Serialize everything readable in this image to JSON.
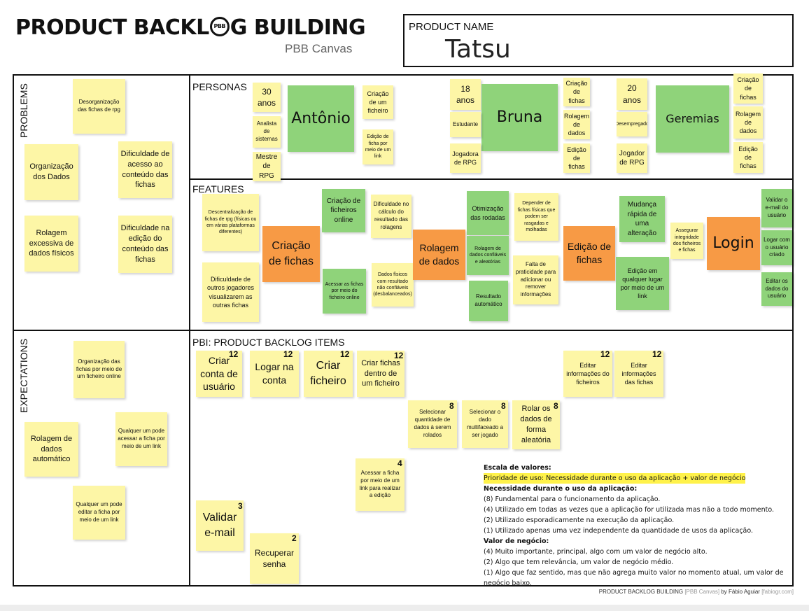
{
  "header": {
    "title_left": "PRODUCT BACKL",
    "title_badge": "PBB",
    "title_right": "G BUILDING",
    "subtitle": "PBB Canvas",
    "product_name_label": "PRODUCT NAME",
    "product_name": "Tatsu"
  },
  "sections": {
    "problems": "PROBLEMS",
    "personas": "PERSONAS",
    "features": "FEATURES",
    "expectations": "EXPECTATIONS",
    "pbi": "PBI: PRODUCT BACKLOG ITEMS"
  },
  "problems": [
    "Desorganização das fichas de rpg",
    "Organização dos Dados",
    "Dificuldade de acesso ao conteúdo das fichas",
    "Rolagem excessiva de dados físicos",
    "Dificuldade na edição do conteúdo das fichas"
  ],
  "personas": [
    {
      "name": "Antônio",
      "notes": [
        "30 anos",
        "Analista de sistemas",
        "Mestre de RPG",
        "Criação de um ficheiro",
        "Edição de ficha por meio de um link"
      ]
    },
    {
      "name": "Bruna",
      "notes": [
        "18 anos",
        "Estudante",
        "Jogadora de RPG",
        "Criação de fichas",
        "Rolagem de dados",
        "Edição de fichas"
      ]
    },
    {
      "name": "Geremias",
      "notes": [
        "20 anos",
        "Desempregado",
        "Jogador de RPG",
        "Criação de fichas",
        "Rolagem de dados",
        "Edição de fichas"
      ]
    }
  ],
  "features": [
    {
      "name": "Criação de fichas",
      "notes": [
        "Descentralização de fichas de rpg (físicas ou em várias plataformas diferentes)",
        "Dificuldade de outros jogadores visualizarem as outras fichas",
        "Criação de ficheiros online",
        "Dificuldade no cálculo do resultado das rolagens",
        "Acessar as fichas por meio do ficheiro online",
        "Dados físicos com resultado não confiáveis (desbalanceados)"
      ]
    },
    {
      "name": "Rolagem de dados",
      "notes": [
        "Otimização das rodadas",
        "Rolagem de dados confiáveis e aleatórias",
        "Resultado automático",
        "Depender de fichas físicas que podem ser rasgadas e molhadas",
        "Falta de praticidade para adicionar ou remover informações"
      ]
    },
    {
      "name": "Edição de fichas",
      "notes": [
        "Mudança rápida de uma alteração",
        "Edição em qualquer lugar por meio de um link"
      ]
    },
    {
      "name": "Login",
      "notes": [
        "Assegurar integridade dos ficheiros e fichas",
        "Validar o e-mail do usuário",
        "Logar com o usuário criado",
        "Editar os dados do usuário"
      ]
    }
  ],
  "expectations": [
    "Organização das fichas por meio de um ficheiro online",
    "Rolagem de dados automático",
    "Qualquer um pode acessar a ficha por meio de um link",
    "Qualquer um pode editar a ficha por meio de um link"
  ],
  "pbi": [
    {
      "label": "Criar conta de usuário",
      "score": "12"
    },
    {
      "label": "Logar na conta",
      "score": "12"
    },
    {
      "label": "Criar ficheiro",
      "score": "12"
    },
    {
      "label": "Criar fichas dentro de um ficheiro",
      "score": "12"
    },
    {
      "label": "Editar informações do ficheiros",
      "score": "12"
    },
    {
      "label": "Editar informações das fichas",
      "score": "12"
    },
    {
      "label": "Selecionar quantidade de dados à serem rolados",
      "score": "8"
    },
    {
      "label": "Selecionar o dado multifaceado a ser jogado",
      "score": "8"
    },
    {
      "label": "Rolar os dados de forma aleatória",
      "score": "8"
    },
    {
      "label": "Acessar a ficha por meio de um link para realizar a edição",
      "score": "4"
    },
    {
      "label": "Validar e-mail",
      "score": "3"
    },
    {
      "label": "Recuperar senha",
      "score": "2"
    }
  ],
  "legend": {
    "title": "Escala de valores:",
    "priority": "Prioridade de uso: Necessidade durante o uso da aplicação + valor de negócio",
    "need_title": "Necessidade durante o uso da aplicação:",
    "need": [
      "(8) Fundamental para o funcionamento da aplicação.",
      "(4) Utilizado em todas as vezes que a aplicação for utilizada mas não a todo momento.",
      "(2) Utilizado esporadicamente na execução da aplicação.",
      "(1) Utilizado apenas uma vez independente da quantidade de usos da aplicação."
    ],
    "value_title": "Valor de negócio:",
    "value": [
      "(4) Muito importante, principal, algo com um valor de negócio alto.",
      "(2) Algo que tem relevância, um valor de negócio médio.",
      "(1) Algo que faz sentido, mas que não agrega muito valor no momento atual, um valor de",
      "negócio baixo."
    ]
  },
  "footer": {
    "main": "PRODUCT BACKLOG BUILDING",
    "canvas": "[PBB Canvas]",
    "by": "by Fábio Aguiar",
    "site": "[fabiogr.com]"
  },
  "colors": {
    "yellow_note": "#fdf6a6",
    "green_note": "#8fd37a",
    "orange_note": "#f79a45",
    "highlight": "#fff24a"
  }
}
